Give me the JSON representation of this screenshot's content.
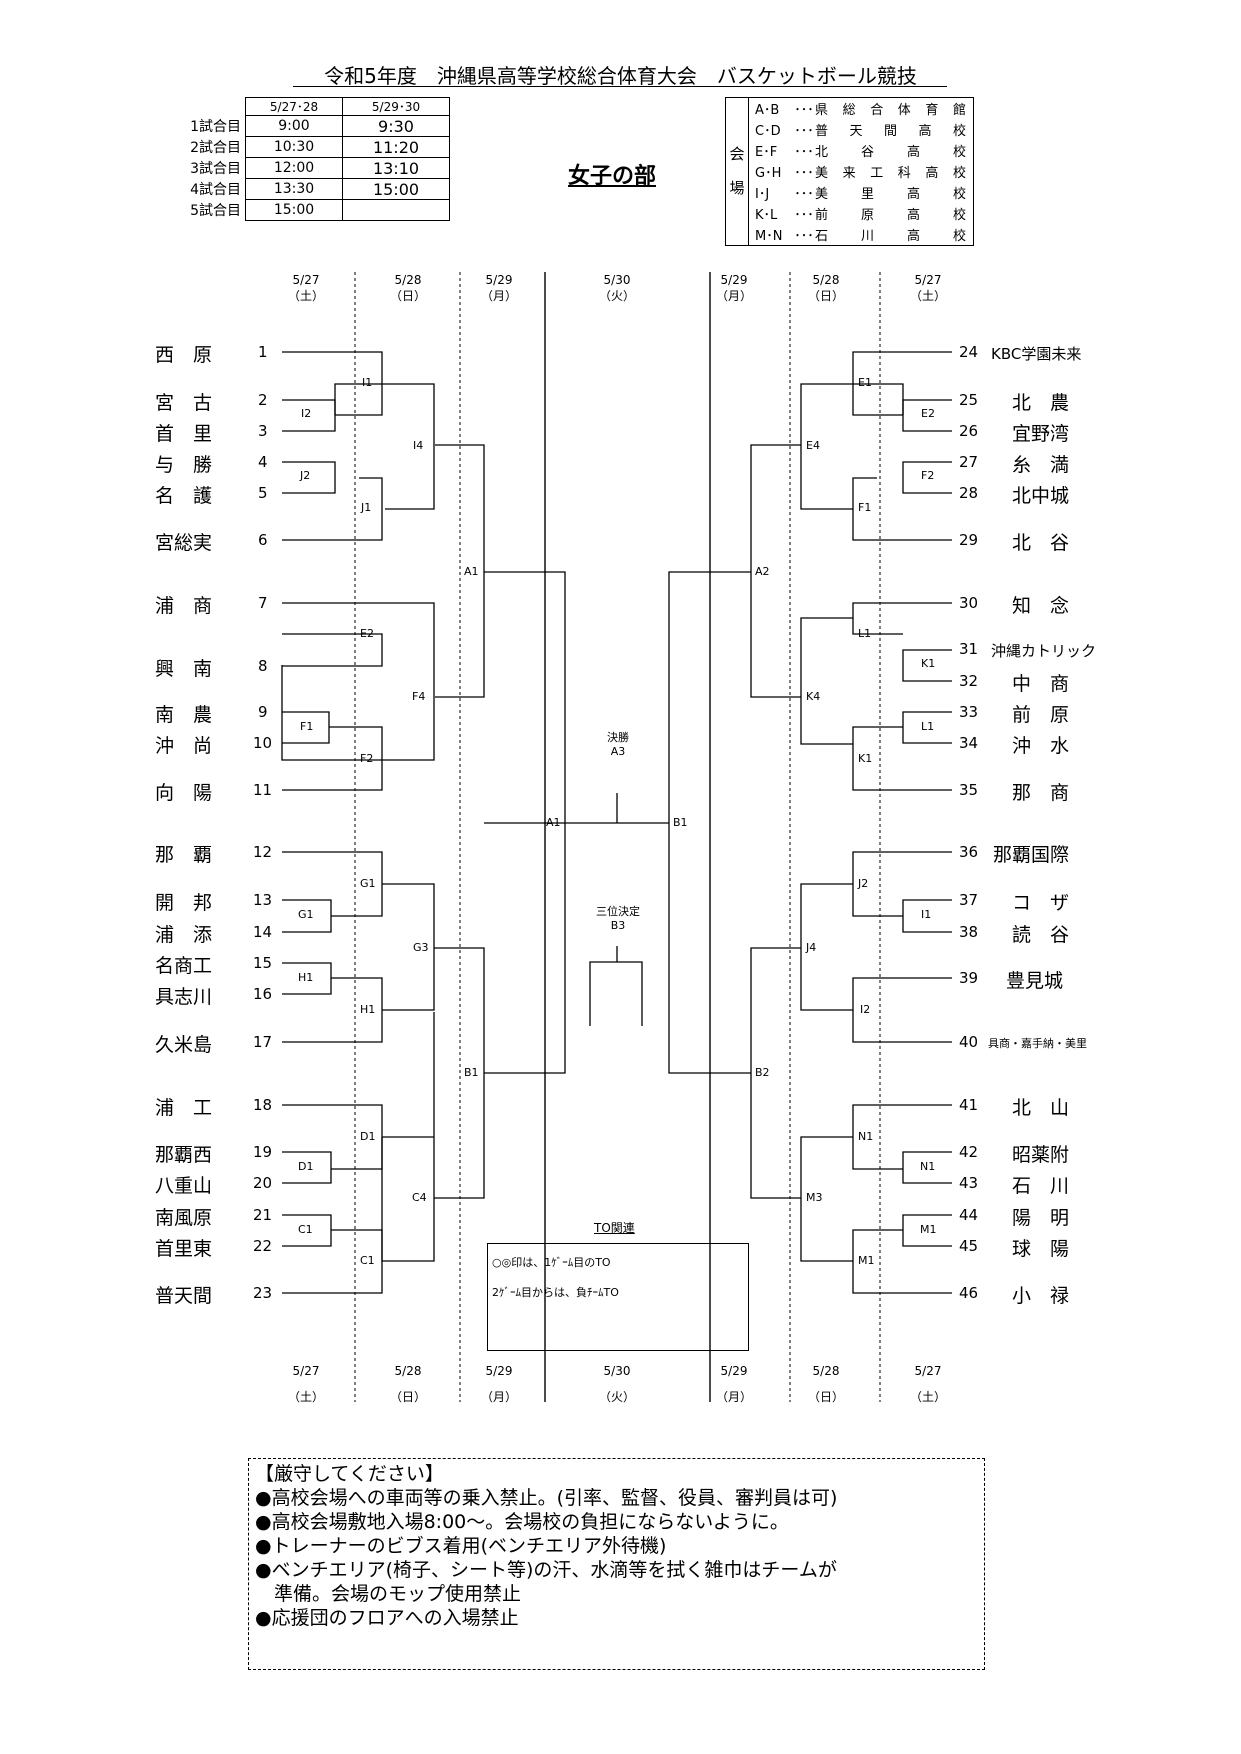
{
  "title": "令和5年度　沖縄県高等学校総合体育大会　バスケットボール競技",
  "division": "女子の部",
  "schedule": {
    "headers": [
      "5/27･28",
      "5/29･30"
    ],
    "rows": [
      {
        "label": "1試合目",
        "a": "9:00",
        "b": "9:30"
      },
      {
        "label": "2試合目",
        "a": "10:30",
        "b": "11:20"
      },
      {
        "label": "3試合目",
        "a": "12:00",
        "b": "13:10"
      },
      {
        "label": "4試合目",
        "a": "13:30",
        "b": "15:00"
      },
      {
        "label": "5試合目",
        "a": "15:00",
        "b": ""
      }
    ]
  },
  "venues": {
    "header": "会場",
    "items": [
      {
        "code": "A･B",
        "dots": "･･･",
        "name": "県総合体育館"
      },
      {
        "code": "C･D",
        "dots": "･･･",
        "name": "普天間高校"
      },
      {
        "code": "E･F",
        "dots": "･･･",
        "name": "北谷高校"
      },
      {
        "code": "G･H",
        "dots": "･･･",
        "name": "美来工科高校"
      },
      {
        "code": "I･J",
        "dots": "･･･",
        "name": "美里高校"
      },
      {
        "code": "K･L",
        "dots": "･･･",
        "name": "前原高校"
      },
      {
        "code": "M･N",
        "dots": "･･･",
        "name": "石川高校"
      }
    ]
  },
  "dates_top": [
    {
      "d": "5/27",
      "w": "（土）"
    },
    {
      "d": "5/28",
      "w": "（日）"
    },
    {
      "d": "5/29",
      "w": "（月）"
    },
    {
      "d": "5/30",
      "w": "（火）"
    },
    {
      "d": "5/29",
      "w": "（月）"
    },
    {
      "d": "5/28",
      "w": "（日）"
    },
    {
      "d": "5/27",
      "w": "（土）"
    }
  ],
  "dates_bottom": [
    {
      "d": "5/27",
      "w": "（土）"
    },
    {
      "d": "5/28",
      "w": "（日）"
    },
    {
      "d": "5/29",
      "w": "（月）"
    },
    {
      "d": "5/30",
      "w": "（火）"
    },
    {
      "d": "5/29",
      "w": "（月）"
    },
    {
      "d": "5/28",
      "w": "（日）"
    },
    {
      "d": "5/27",
      "w": "（土）"
    }
  ],
  "left_teams": [
    {
      "num": "1",
      "name": "西　原"
    },
    {
      "num": "2",
      "name": "宮　古"
    },
    {
      "num": "3",
      "name": "首　里"
    },
    {
      "num": "4",
      "name": "与　勝"
    },
    {
      "num": "5",
      "name": "名　護"
    },
    {
      "num": "6",
      "name": "宮総実"
    },
    {
      "num": "7",
      "name": "浦　商"
    },
    {
      "num": "8",
      "name": "興　南"
    },
    {
      "num": "9",
      "name": "南　農"
    },
    {
      "num": "10",
      "name": "沖　尚"
    },
    {
      "num": "11",
      "name": "向　陽"
    },
    {
      "num": "12",
      "name": "那　覇"
    },
    {
      "num": "13",
      "name": "開　邦"
    },
    {
      "num": "14",
      "name": "浦　添"
    },
    {
      "num": "15",
      "name": "名商工"
    },
    {
      "num": "16",
      "name": "具志川"
    },
    {
      "num": "17",
      "name": "久米島"
    },
    {
      "num": "18",
      "name": "浦　工"
    },
    {
      "num": "19",
      "name": "那覇西"
    },
    {
      "num": "20",
      "name": "八重山"
    },
    {
      "num": "21",
      "name": "南風原"
    },
    {
      "num": "22",
      "name": "首里東"
    },
    {
      "num": "23",
      "name": "普天間"
    }
  ],
  "right_teams": [
    {
      "num": "24",
      "name": "KBC学園未来"
    },
    {
      "num": "25",
      "name": "北　農"
    },
    {
      "num": "26",
      "name": "宜野湾"
    },
    {
      "num": "27",
      "name": "糸　満"
    },
    {
      "num": "28",
      "name": "北中城"
    },
    {
      "num": "29",
      "name": "北　谷"
    },
    {
      "num": "30",
      "name": "知　念"
    },
    {
      "num": "31",
      "name": "沖縄カトリック"
    },
    {
      "num": "32",
      "name": "中　商"
    },
    {
      "num": "33",
      "name": "前　原"
    },
    {
      "num": "34",
      "name": "沖　水"
    },
    {
      "num": "35",
      "name": "那　商"
    },
    {
      "num": "36",
      "name": "那覇国際"
    },
    {
      "num": "37",
      "name": "コ　ザ"
    },
    {
      "num": "38",
      "name": "読　谷"
    },
    {
      "num": "39",
      "name": "豊見城"
    },
    {
      "num": "40",
      "name": "具商・嘉手納・美里"
    },
    {
      "num": "41",
      "name": "北　山"
    },
    {
      "num": "42",
      "name": "昭薬附"
    },
    {
      "num": "43",
      "name": "石　川"
    },
    {
      "num": "44",
      "name": "陽　明"
    },
    {
      "num": "45",
      "name": "球　陽"
    },
    {
      "num": "46",
      "name": "小　禄"
    }
  ],
  "match_labels": {
    "I1": "I1",
    "I2": "I2",
    "J2": "J2",
    "J1": "J1",
    "I4": "I4",
    "E2": "E2",
    "F1": "F1",
    "F2": "F2",
    "F4": "F4",
    "A1": "A1",
    "G1a": "G1",
    "G1b": "G1",
    "H1a": "H1",
    "H1b": "H1",
    "G3": "G3",
    "D1a": "D1",
    "D1b": "D1",
    "C1a": "C1",
    "C1b": "C1",
    "C4": "C4",
    "B1": "B1",
    "A1c": "A1",
    "B1c": "B1",
    "E1": "E1",
    "E2r": "E2",
    "F2r": "F2",
    "F1r": "F1",
    "E4": "E4",
    "L1": "L1",
    "K1": "K1",
    "L1b": "L1",
    "K1b": "K1",
    "K4": "K4",
    "A2": "A2",
    "J2r": "J2",
    "I1r": "I1",
    "J4": "J4",
    "I2r": "I2",
    "N1": "N1",
    "N1b": "N1",
    "M1": "M1",
    "M1b": "M1",
    "M3": "M3",
    "B2": "B2"
  },
  "final": {
    "label": "決勝",
    "code": "A3"
  },
  "third": {
    "label": "三位決定",
    "code": "B3"
  },
  "to": {
    "title": "TO関連",
    "line1": "○◎印は、1ｹﾞｰﾑ目のTO",
    "line2": "2ｹﾞｰﾑ目からは、負ﾁｰﾑTO"
  },
  "rules": {
    "title": "【厳守してください】",
    "items": [
      "●高校会場への車両等の乗入禁止。(引率、監督、役員、審判員は可)",
      "●高校会場敷地入場8:00～。会場校の負担にならないように。",
      "●トレーナーのビブス着用(ベンチエリア外待機)",
      "●ベンチエリア(椅子、シート等)の汗、水滴等を拭く雑巾はチームが",
      "　準備。会場のモップ使用禁止",
      "●応援団のフロアへの入場禁止"
    ]
  }
}
